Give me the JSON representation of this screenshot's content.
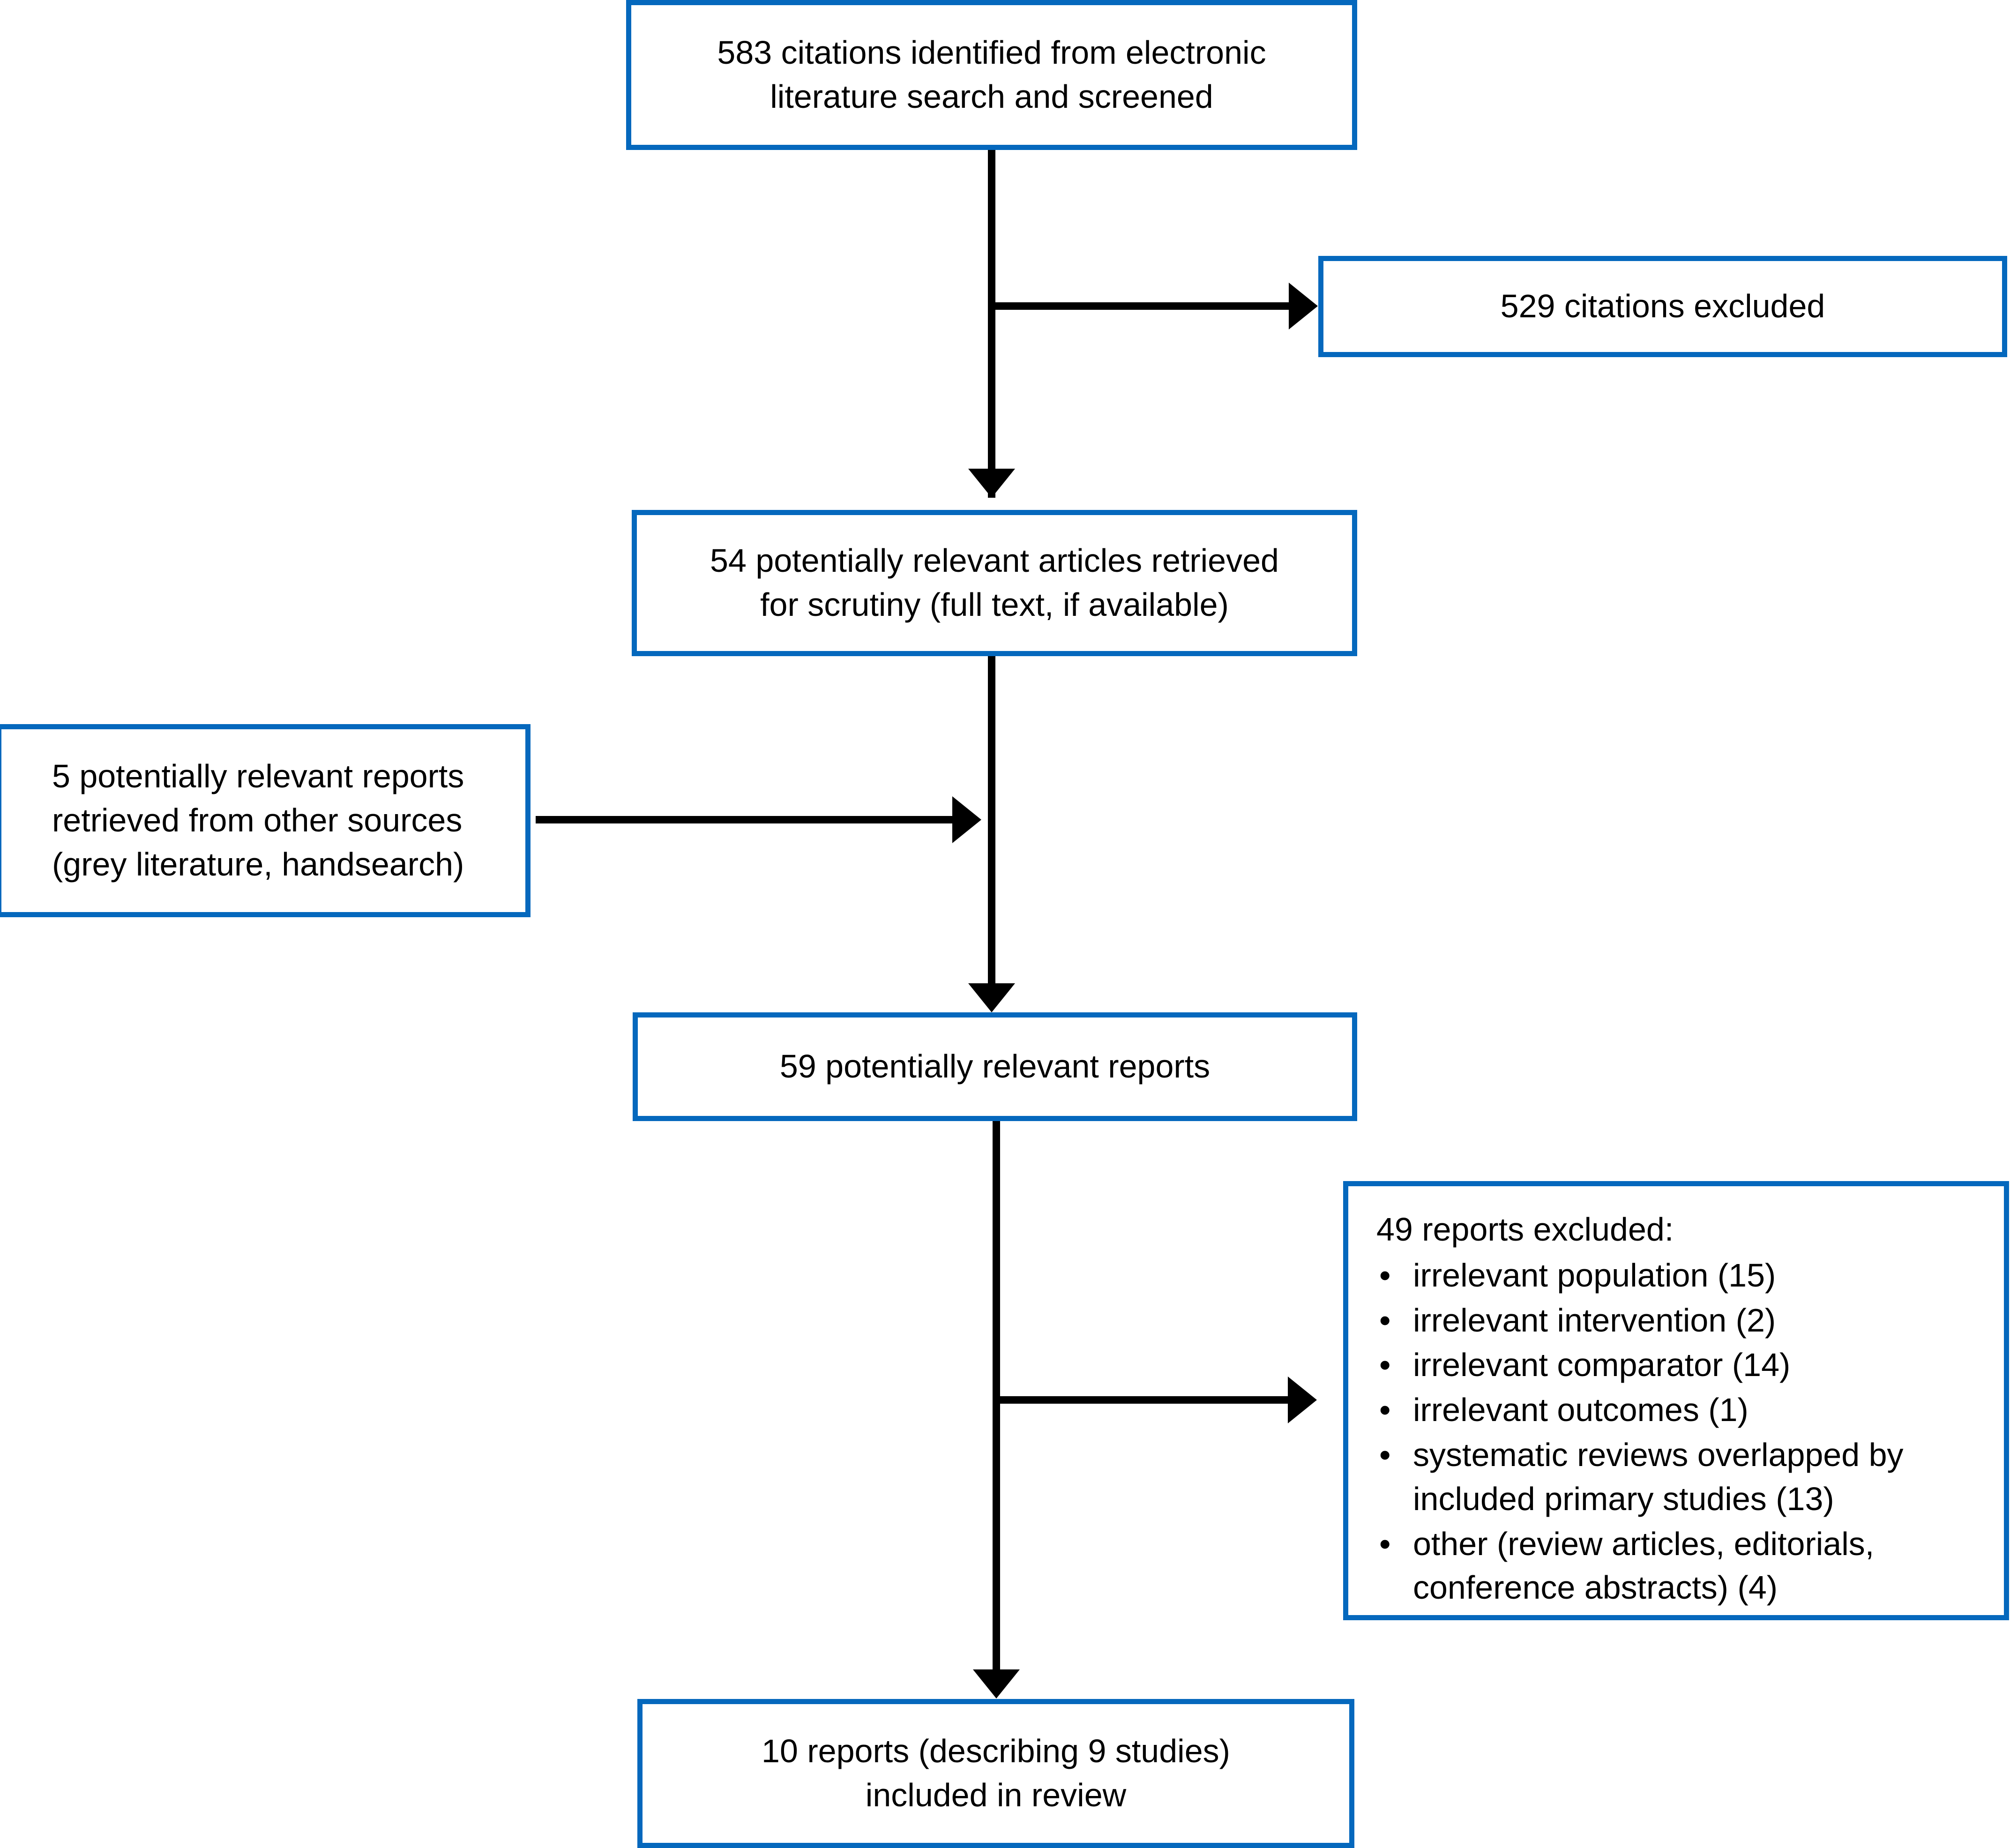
{
  "diagram": {
    "type": "prisma-study-flow",
    "accent_color": "#0568bd",
    "line_color": "#000000",
    "background_color": "#ffffff",
    "nodes": {
      "identified": {
        "label": "583 citations identified from electronic\nliterature search and screened",
        "count": 583
      },
      "citations_excluded": {
        "label": "529 citations excluded",
        "count": 529
      },
      "retrieved": {
        "label": "54 potentially relevant articles retrieved\nfor scrutiny (full text, if available)",
        "count": 54
      },
      "other_sources": {
        "label": "5 potentially relevant reports\nretrieved from other sources\n(grey literature, handsearch)",
        "count": 5
      },
      "relevant_reports": {
        "label": "59 potentially relevant reports",
        "count": 59
      },
      "reports_excluded": {
        "heading": "49 reports excluded:",
        "count": 49,
        "reasons": [
          "irrelevant population (15)",
          "irrelevant intervention (2)",
          "irrelevant comparator (14)",
          "irrelevant outcomes (1)",
          "systematic reviews overlapped by\nincluded primary studies (13)",
          "other (review articles, editorials,\nconference abstracts) (4)"
        ]
      },
      "included": {
        "label": "10 reports (describing 9 studies)\nincluded in review",
        "count": 10
      }
    },
    "bullet_glyph": "•"
  }
}
